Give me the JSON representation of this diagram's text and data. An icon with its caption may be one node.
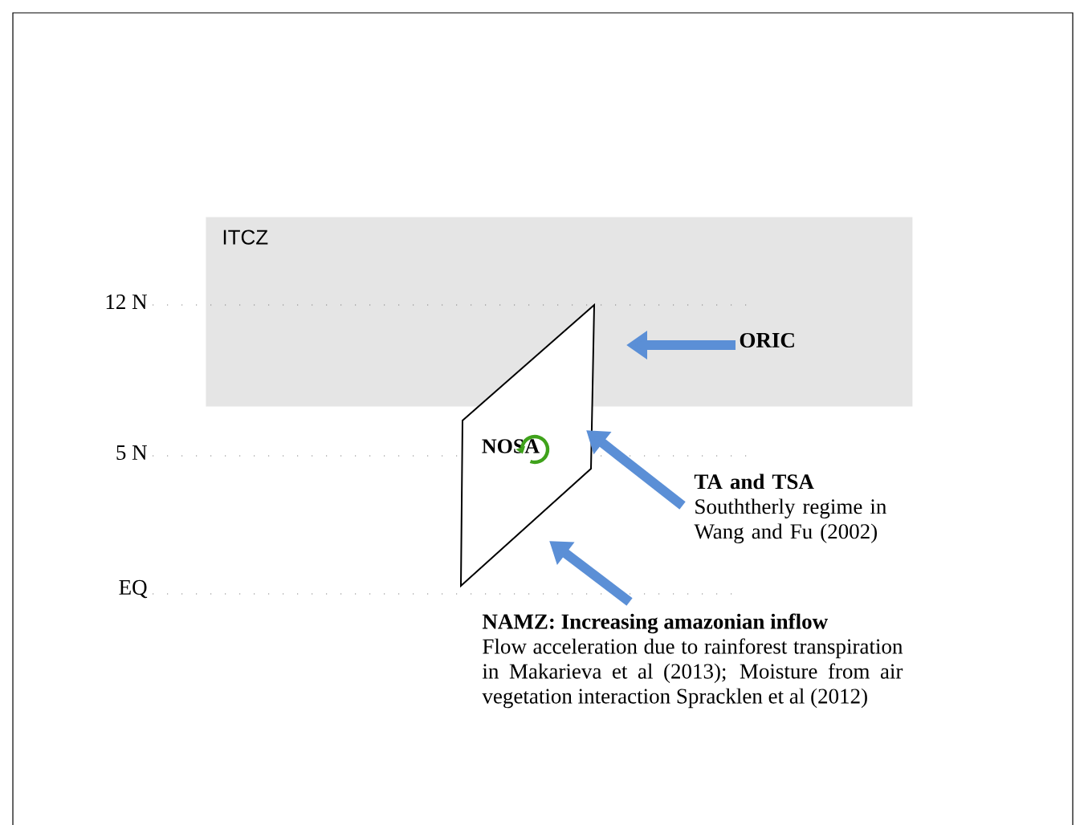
{
  "diagram": {
    "nodes": [
      {
        "text": [
          "ITCZ"
        ]
      },
      {
        "text": [
          "NOSA"
        ]
      },
      {
        "text": [
          "ORIC"
        ],
        "in": 0
      },
      {
        "text": [
          "TA and TSA",
          "Souththerly regime in Wang and Fu (2002)"
        ]
      },
      {
        "text": [
          "NAMZ: Increasing amazonian inflow",
          "Flow acceleration due to rainforest transpiration in Makarieva et al (2013); Moisture from air vegetation interaction Spracklen et al (2012)"
        ]
      }
    ],
    "edges": [
      {
        "from": 2,
        "to": 1,
        "arrow": "to"
      },
      {
        "from": 3,
        "to": 1,
        "arrow": "to"
      },
      {
        "from": 4,
        "to": 1,
        "arrow": "to"
      }
    ],
    "labels": [
      "12 N",
      "5 N",
      "EQ"
    ]
  }
}
